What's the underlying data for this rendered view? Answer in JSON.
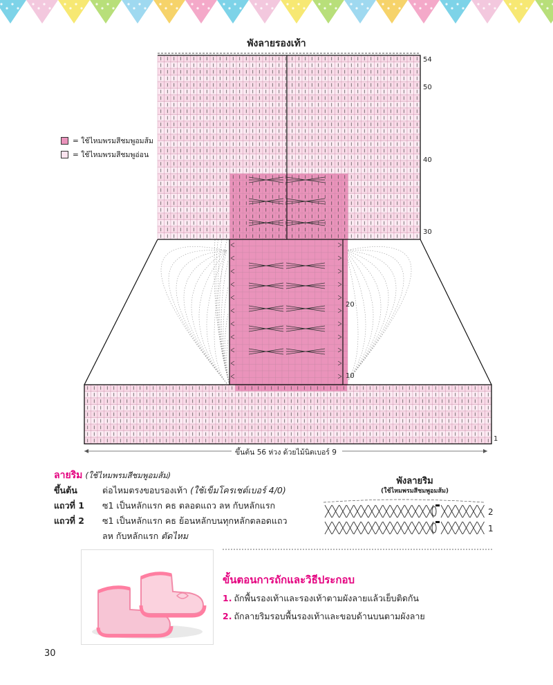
{
  "bunting": {
    "colors": [
      "#7dd3e8",
      "#f3c8de",
      "#f7e873",
      "#b8df7a",
      "#9fd9f0",
      "#f6d36a",
      "#f4a9c9"
    ]
  },
  "chart": {
    "title": "พังลายรองเท้า",
    "row_labels": [
      "54",
      "50",
      "40",
      "30",
      "20",
      "10",
      "1"
    ],
    "caption": "ขึ้นต้น 56 ห่วง ด้วยไม้นิตเบอร์ 9",
    "colors": {
      "dark_pink": "#ea93bb",
      "light_pink": "#fbe3ee",
      "stitch": "#444444",
      "outline": "#111111"
    }
  },
  "legend": {
    "items": [
      {
        "label": "= ใช้ไหมพรมสีชมพูอมส้ม"
      },
      {
        "label": "= ใช้ไหมพรมสีชมพูอ่อน"
      }
    ]
  },
  "rim": {
    "heading": "ลายริม",
    "note": "(ใช้ไหมพรมสีชมพูอมส้ม)",
    "rows": [
      {
        "label": "ขึ้นต้น",
        "text": "ต่อไหมตรงขอบรองเท้า ",
        "italic": "(ใช้เข็มโครเชต์เบอร์ 4/0)"
      },
      {
        "label": "แถวที่ 1",
        "text": "ซ1 เป็นหลักแรก คธ ตลอดแถว ลห กับหลักแรก",
        "italic": ""
      },
      {
        "label": "แถวที่ 2",
        "text": "ซ1 เป็นหลักแรก คธ ย้อนหลักบนทุกหลักตลอดแถว",
        "italic": ""
      },
      {
        "label": "",
        "text": "ลห กับหลักแรก ",
        "italic": "ตัดไหม"
      }
    ],
    "chart_title": "พังลายริม",
    "chart_subtitle": "(ใช้ไหมพรมสีชมพูอมส้ม)",
    "chart_row_labels": [
      "2",
      "1"
    ]
  },
  "photo": {
    "description": ""
  },
  "steps": {
    "title": "ขั้นตอนการถักและวิธีประกอบ",
    "items": [
      {
        "num": "1.",
        "text": "ถักพื้นรองเท้าและรองเท้าตามผังลายแล้วเย็บติดกัน"
      },
      {
        "num": "2.",
        "text": "ถักลายริมรอบพื้นรองเท้าและขอบด้านบนตามผังลาย"
      }
    ]
  },
  "page": {
    "number": "30"
  }
}
